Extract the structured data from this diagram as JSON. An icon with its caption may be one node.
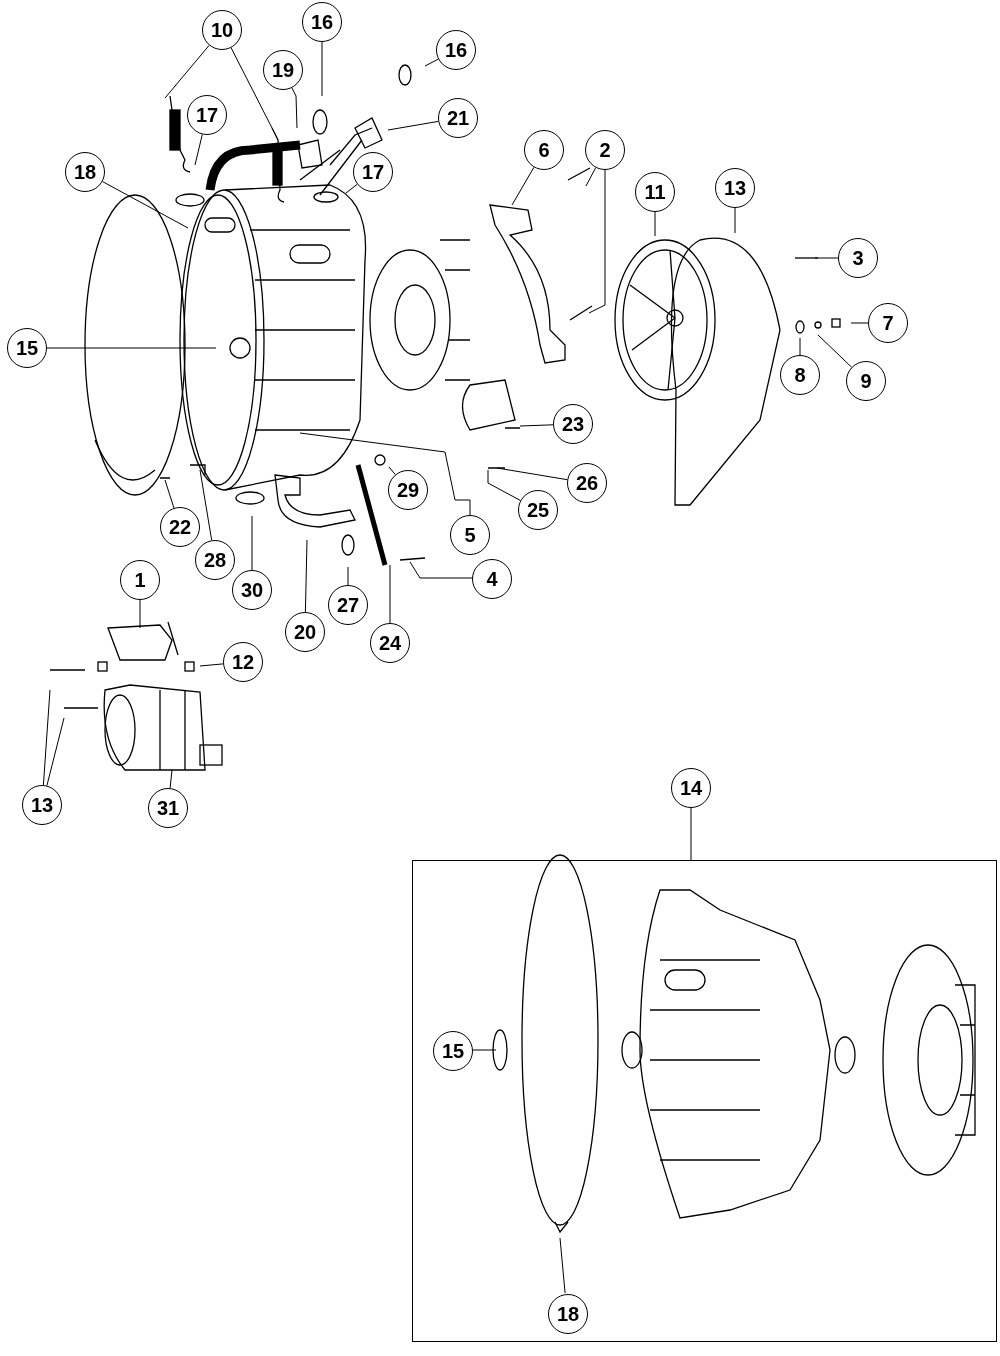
{
  "diagram": {
    "nodes": [
      {
        "text": [
          "10"
        ]
      },
      {
        "text": [
          "16"
        ]
      },
      {
        "text": [
          "16"
        ]
      },
      {
        "text": [
          "19"
        ]
      },
      {
        "text": [
          "21"
        ]
      },
      {
        "text": [
          "17"
        ]
      },
      {
        "text": [
          "18"
        ]
      },
      {
        "text": [
          "17"
        ]
      },
      {
        "text": [
          "6"
        ]
      },
      {
        "text": [
          "2"
        ]
      },
      {
        "text": [
          "11"
        ]
      },
      {
        "text": [
          "13"
        ]
      },
      {
        "text": [
          "3"
        ]
      },
      {
        "text": [
          "7"
        ]
      },
      {
        "text": [
          "15"
        ]
      },
      {
        "text": [
          "8"
        ]
      },
      {
        "text": [
          "9"
        ]
      },
      {
        "text": [
          "23"
        ]
      },
      {
        "text": [
          "26"
        ]
      },
      {
        "text": [
          "29"
        ]
      },
      {
        "text": [
          "25"
        ]
      },
      {
        "text": [
          "22"
        ]
      },
      {
        "text": [
          "5"
        ]
      },
      {
        "text": [
          "28"
        ]
      },
      {
        "text": [
          "4"
        ]
      },
      {
        "text": [
          "1"
        ]
      },
      {
        "text": [
          "30"
        ]
      },
      {
        "text": [
          "27"
        ]
      },
      {
        "text": [
          "20"
        ]
      },
      {
        "text": [
          "24"
        ]
      },
      {
        "text": [
          "12"
        ]
      },
      {
        "text": [
          "14"
        ]
      },
      {
        "text": [
          "13"
        ]
      },
      {
        "text": [
          "31"
        ]
      },
      {
        "text": [],
        "shape": "box"
      },
      {
        "text": [
          "15"
        ],
        "in": 34
      },
      {
        "text": [
          "18"
        ],
        "in": 34
      }
    ],
    "edges": [
      {
        "from": 0,
        "to": null,
        "arrow": "none"
      },
      {
        "from": 0,
        "to": null,
        "arrow": "none"
      },
      {
        "from": 1,
        "to": null,
        "arrow": "none"
      },
      {
        "from": 2,
        "to": null,
        "arrow": "none"
      },
      {
        "from": 3,
        "to": null,
        "arrow": "none"
      },
      {
        "from": 4,
        "to": null,
        "arrow": "none"
      },
      {
        "from": 5,
        "to": null,
        "arrow": "none"
      },
      {
        "from": 6,
        "to": null,
        "arrow": "none"
      },
      {
        "from": 7,
        "to": null,
        "arrow": "none"
      },
      {
        "from": 8,
        "to": null,
        "arrow": "none"
      },
      {
        "from": 9,
        "to": null,
        "arrow": "none"
      },
      {
        "from": 9,
        "to": null,
        "arrow": "none"
      },
      {
        "from": 10,
        "to": null,
        "arrow": "none"
      },
      {
        "from": 11,
        "to": null,
        "arrow": "none"
      },
      {
        "from": 12,
        "to": null,
        "arrow": "none"
      },
      {
        "from": 13,
        "to": null,
        "arrow": "none"
      },
      {
        "from": 14,
        "to": null,
        "arrow": "none"
      },
      {
        "from": 15,
        "to": null,
        "arrow": "none"
      },
      {
        "from": 16,
        "to": null,
        "arrow": "none"
      },
      {
        "from": 17,
        "to": null,
        "arrow": "none"
      },
      {
        "from": 18,
        "to": null,
        "arrow": "none"
      },
      {
        "from": 19,
        "to": null,
        "arrow": "none"
      },
      {
        "from": 20,
        "to": null,
        "arrow": "none"
      },
      {
        "from": 21,
        "to": null,
        "arrow": "none"
      },
      {
        "from": 22,
        "to": null,
        "arrow": "none"
      },
      {
        "from": 23,
        "to": null,
        "arrow": "none"
      },
      {
        "from": 24,
        "to": null,
        "arrow": "none"
      },
      {
        "from": 25,
        "to": null,
        "arrow": "none"
      },
      {
        "from": 26,
        "to": null,
        "arrow": "none"
      },
      {
        "from": 27,
        "to": null,
        "arrow": "none"
      },
      {
        "from": 28,
        "to": null,
        "arrow": "none"
      },
      {
        "from": 29,
        "to": null,
        "arrow": "none"
      },
      {
        "from": 30,
        "to": null,
        "arrow": "none"
      },
      {
        "from": 31,
        "to": 34,
        "arrow": "none"
      },
      {
        "from": 32,
        "to": null,
        "arrow": "none"
      },
      {
        "from": 32,
        "to": null,
        "arrow": "none"
      },
      {
        "from": 33,
        "to": null,
        "arrow": "none"
      },
      {
        "from": 35,
        "to": null,
        "arrow": "none"
      },
      {
        "from": 36,
        "to": null,
        "arrow": "none"
      }
    ]
  }
}
